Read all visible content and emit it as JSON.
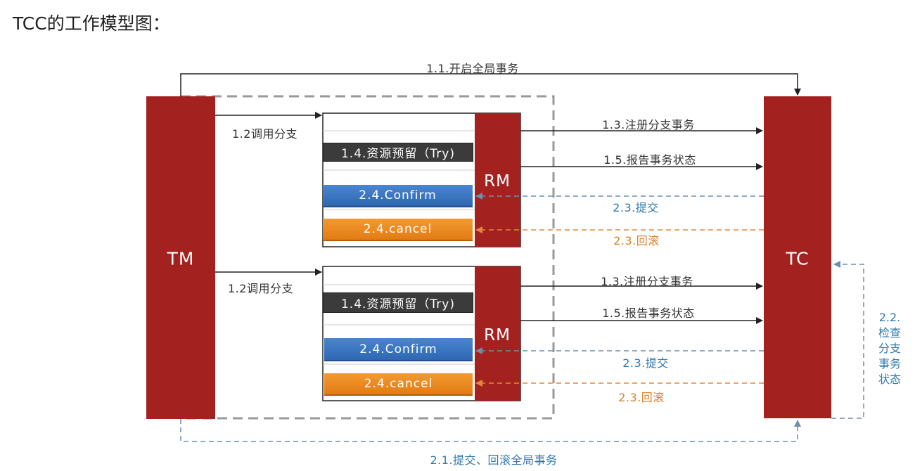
{
  "title": "TCC的工作模型图：",
  "nodes": {
    "tm": "TM",
    "tc": "TC",
    "rm": "RM"
  },
  "operations": {
    "try": "1.4.资源预留（Try)",
    "confirm": "2.4.Confirm",
    "cancel": "2.4.cancel"
  },
  "messages": {
    "begin_global": "1.1.开启全局事务",
    "call_branch": "1.2调用分支",
    "register_branch": "1.3.注册分支事务",
    "report_status": "1.5.报告事务状态",
    "commit": "2.3.提交",
    "rollback": "2.3.回滚",
    "check_status": "2.2.检查分支事务状态",
    "commit_rollback_global": "2.1.提交、回滚全局事务"
  },
  "colors": {
    "red_block": "#a3221f",
    "arrow_dark": "#222222",
    "arrow_blue": "#6d8fae",
    "arrow_orange": "#e08a3c",
    "text_blue": "#2f7ab0",
    "text_orange": "#d9822b",
    "dashed_box": "#999999"
  }
}
